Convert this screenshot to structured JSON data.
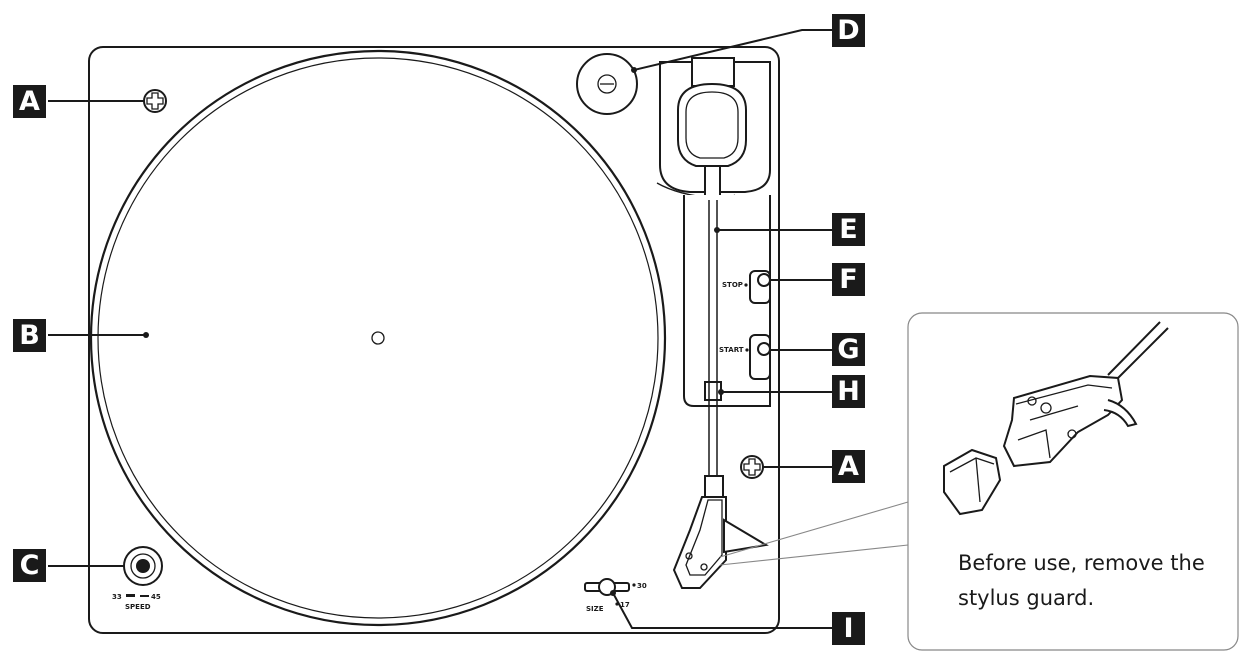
{
  "labels": {
    "a": "A",
    "b": "B",
    "c": "C",
    "d": "D",
    "e": "E",
    "f": "F",
    "g": "G",
    "h": "H",
    "i": "I"
  },
  "controls": {
    "stop": "STOP",
    "start": "START",
    "speed_33": "33",
    "speed_45": "45",
    "speed": "SPEED",
    "size": "SIZE",
    "size_30": "30",
    "size_17": "17"
  },
  "note": {
    "line1": "Before use, remove the",
    "line2": "stylus guard."
  }
}
